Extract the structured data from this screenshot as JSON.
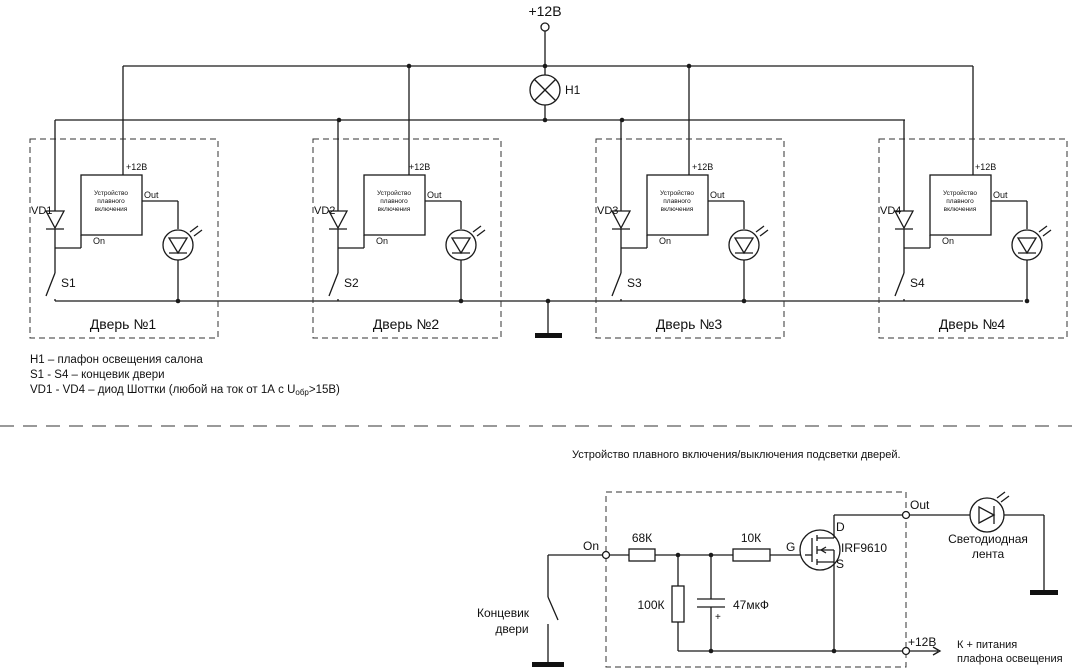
{
  "supply": {
    "label": "+12В"
  },
  "lamp": {
    "label": "H1"
  },
  "doors": [
    {
      "title": "Дверь №1",
      "diode": "VD1",
      "switch": "S1"
    },
    {
      "title": "Дверь №2",
      "diode": "VD2",
      "switch": "S2"
    },
    {
      "title": "Дверь №3",
      "diode": "VD3",
      "switch": "S3"
    },
    {
      "title": "Дверь №4",
      "diode": "VD4",
      "switch": "S4"
    }
  ],
  "module": {
    "line1": "Устройство",
    "line2": "плавного",
    "line3": "включения",
    "pin_power": "+12В",
    "pin_out": "Out",
    "pin_on": "On"
  },
  "legend": {
    "h1": "Н1 – плафон освещения салона",
    "s": "S1 - S4 – концевик двери",
    "vd_pre": "VD1 - VD4 – диод Шоттки (любой на ток от 1А с U",
    "vd_sub": "обр",
    "vd_post": ">15В)"
  },
  "bottom": {
    "title": "Устройство плавного включения/выключения подсветки дверей.",
    "on": "On",
    "out": "Out",
    "r1": "68К",
    "r2": "10К",
    "r3": "100К",
    "cap": "47мкФ",
    "cap_plus": "+",
    "gate": "G",
    "drain": "D",
    "source": "S",
    "mosfet": "IRF9610",
    "plus12": "+12В",
    "switch_l1": "Концевик",
    "switch_l2": "двери",
    "led_l1": "Светодиодная",
    "led_l2": "лента",
    "out_l1": "К + питания",
    "out_l2": "плафона освещения"
  }
}
